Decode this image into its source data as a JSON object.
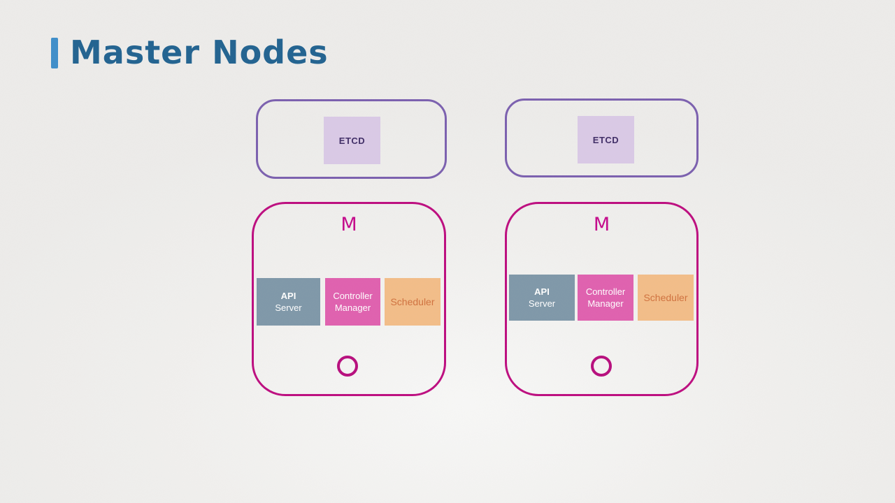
{
  "slide": {
    "title": "Master Nodes"
  },
  "colors": {
    "background": "#f1f0ee",
    "title_text": "#1f618f",
    "title_accent_bar": "#3d8dc9",
    "etcd_border": "#7a5eae",
    "etcd_fill": "#dac9e6",
    "etcd_text": "#3e2b65",
    "master_node_border": "#bd0a7e",
    "master_node_label": "#c4078a",
    "api_server_fill": "#7e97a8",
    "controller_manager_fill": "#e05fae",
    "scheduler_fill": "#f3bd87",
    "scheduler_text": "#d0703c",
    "component_text": "#ffffff",
    "node_circle_border": "#b70b7c"
  },
  "master_nodes": [
    {
      "etcd_label": "ETCD",
      "node_label": "M",
      "components": [
        {
          "name": "api-server",
          "lines": [
            "API",
            "Server"
          ]
        },
        {
          "name": "controller-manager",
          "lines": [
            "Controller",
            "Manager"
          ]
        },
        {
          "name": "scheduler",
          "lines": [
            "Scheduler"
          ]
        }
      ]
    },
    {
      "etcd_label": "ETCD",
      "node_label": "M",
      "components": [
        {
          "name": "api-server",
          "lines": [
            "API",
            "Server"
          ]
        },
        {
          "name": "controller-manager",
          "lines": [
            "Controller",
            "Manager"
          ]
        },
        {
          "name": "scheduler",
          "lines": [
            "Scheduler"
          ]
        }
      ]
    }
  ]
}
